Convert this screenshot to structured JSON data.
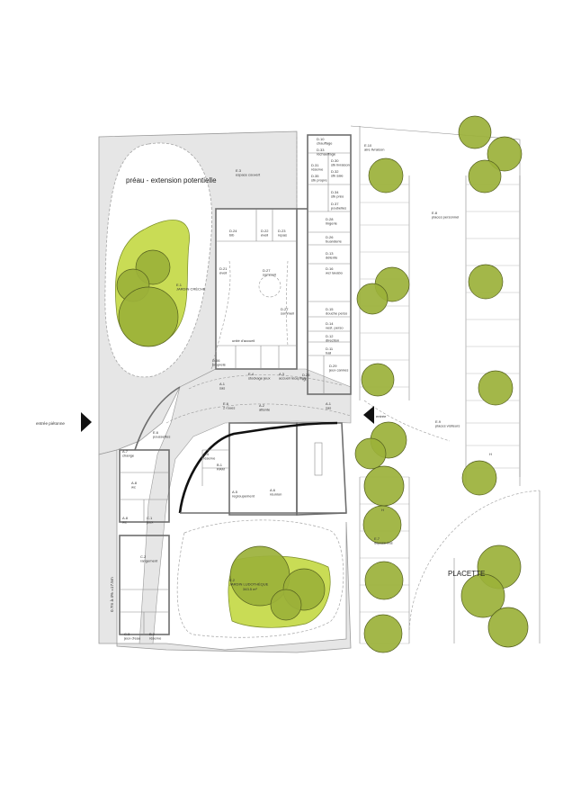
{
  "entrances": {
    "pedestrian": "entrée piétonne",
    "east": "entrée"
  },
  "outdoor": {
    "preau": "préau - extension potentielle",
    "placette": "PLACETTE",
    "slope": "0.7m à 4% =17.5m"
  },
  "rooms": [
    {
      "code": "D.10",
      "name": "chauffage"
    },
    {
      "code": "D.33",
      "name": "réchauffage"
    },
    {
      "code": "D.31",
      "name": "réserve"
    },
    {
      "code": "D.35",
      "name": "stk propre"
    },
    {
      "code": "D.30",
      "name": "stk livraison"
    },
    {
      "code": "D.32",
      "name": "stk sale"
    },
    {
      "code": "D.34",
      "name": "stk préo"
    },
    {
      "code": "D.37",
      "name": "poubelles"
    },
    {
      "code": "D.28",
      "name": "lingerie"
    },
    {
      "code": "D.26",
      "name": "buanderie"
    },
    {
      "code": "D.13",
      "name": "détente"
    },
    {
      "code": "D.16",
      "name": "wc/ lavabo"
    },
    {
      "code": "D.15",
      "name": "douche perso"
    },
    {
      "code": "D.14",
      "name": "vest. perso"
    },
    {
      "code": "D.12",
      "name": "direction"
    },
    {
      "code": "D.11",
      "name": "hall"
    },
    {
      "code": "D.29",
      "name": "jeux cannes"
    },
    {
      "code": "D.25",
      "name": "rgt"
    },
    {
      "code": "D.24",
      "name": "bib"
    },
    {
      "code": "D.22",
      "name": "éveil"
    },
    {
      "code": "D.23",
      "name": "repas"
    },
    {
      "code": "D.21",
      "name": "éveil"
    },
    {
      "code": "D.27",
      "name": "sommeil"
    },
    {
      "code": "D.27",
      "name": "sommeil"
    },
    {
      "code": "D.06",
      "name": "propreté"
    },
    {
      "code": "E.4",
      "name": "stockage jeux"
    },
    {
      "code": "A.3",
      "name": "accueil réception"
    },
    {
      "code": "A.1",
      "name": "sas"
    },
    {
      "code": "A.2",
      "name": "attente"
    },
    {
      "code": "A.1",
      "name": "sas"
    },
    {
      "code": "E.6",
      "name": "2 roues"
    },
    {
      "code": "E.6",
      "name": "poussettes"
    },
    {
      "code": "A.7",
      "name": "change"
    },
    {
      "code": "A.8",
      "name": "wc"
    },
    {
      "code": "A.8",
      "name": "wc"
    },
    {
      "code": "C.1",
      "name": "jeux"
    },
    {
      "code": "C.2",
      "name": "rangement"
    },
    {
      "code": "C.3",
      "name": "jeux d'eau"
    },
    {
      "code": "B.2",
      "name": "réserve"
    },
    {
      "code": "A.4",
      "name": "réserve"
    },
    {
      "code": "B.1",
      "name": "RAM"
    },
    {
      "code": "A.5",
      "name": "regroupement"
    },
    {
      "code": "A.6",
      "name": "réunion"
    }
  ],
  "site": [
    {
      "code": "E.10",
      "name": "aire livraison"
    },
    {
      "code": "E.3",
      "name": "espace couvert"
    },
    {
      "code": "E.8",
      "name": "places personnel"
    },
    {
      "code": "E.9",
      "name": "places visiteurs"
    },
    {
      "code": "E.7",
      "name": "dépose bus"
    },
    {
      "code": "E.1",
      "name": "JARDIN CRÈCHE"
    },
    {
      "code": "E.2",
      "name": "JARDIN LUDOTHÈQUE"
    }
  ],
  "misc": {
    "hall_label": "unité d'accueil",
    "garden2_area": "343.5 m²",
    "parking_h1": "H",
    "parking_h2": "H"
  },
  "colors": {
    "lawn": "#c9dc55",
    "tree": "#9bb13a",
    "ground": "#e6e6e6",
    "wall": "#6e6e6e"
  }
}
